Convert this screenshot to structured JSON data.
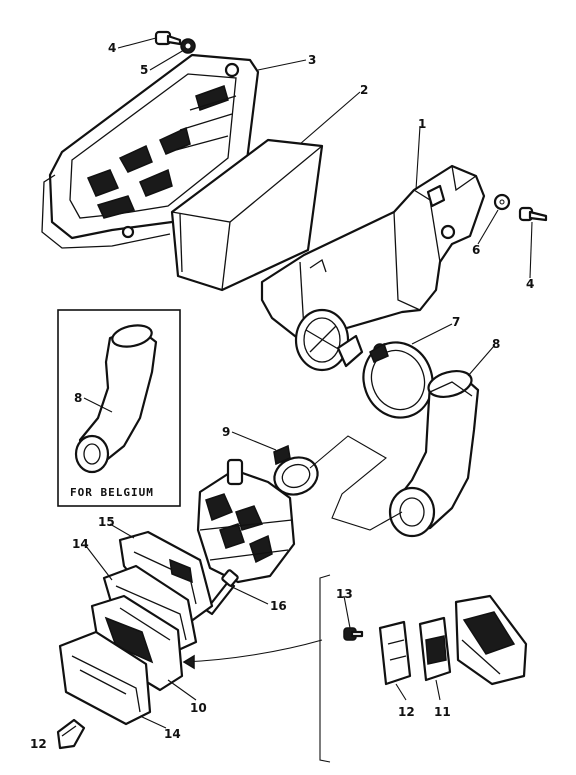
{
  "inset": {
    "caption": "FOR BELGIUM"
  },
  "callouts": [
    {
      "id": "c-4-top",
      "text": "4"
    },
    {
      "id": "c-5",
      "text": "5"
    },
    {
      "id": "c-3",
      "text": "3"
    },
    {
      "id": "c-2",
      "text": "2"
    },
    {
      "id": "c-1",
      "text": "1"
    },
    {
      "id": "c-6",
      "text": "6"
    },
    {
      "id": "c-4-right",
      "text": "4"
    },
    {
      "id": "c-7",
      "text": "7"
    },
    {
      "id": "c-8-right",
      "text": "8"
    },
    {
      "id": "c-8-inset",
      "text": "8"
    },
    {
      "id": "c-9",
      "text": "9"
    },
    {
      "id": "c-15",
      "text": "15"
    },
    {
      "id": "c-14-top",
      "text": "14"
    },
    {
      "id": "c-16",
      "text": "16"
    },
    {
      "id": "c-13",
      "text": "13"
    },
    {
      "id": "c-10",
      "text": "10"
    },
    {
      "id": "c-14-bottom",
      "text": "14"
    },
    {
      "id": "c-12-right",
      "text": "12"
    },
    {
      "id": "c-11",
      "text": "11"
    },
    {
      "id": "c-12-left",
      "text": "12"
    }
  ]
}
